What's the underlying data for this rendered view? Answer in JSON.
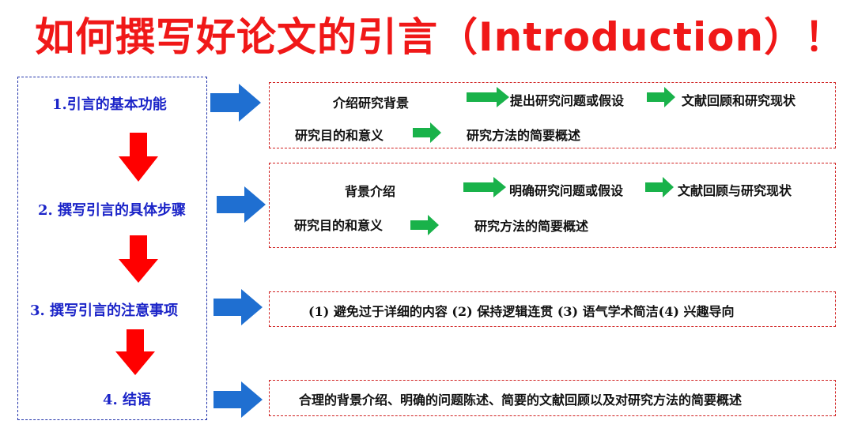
{
  "title": "如何撰写好论文的引言（Introduction）！",
  "colors": {
    "title": "#f01818",
    "step_text": "#1b24c8",
    "step_arrow": "#ff0000",
    "right_arrow": "#1f6fd1",
    "flow_arrow": "#19b24a",
    "box_border": "#d02020"
  },
  "steps": [
    {
      "label": "1.引言的基本功能"
    },
    {
      "label": "2. 撰写引言的具体步骤"
    },
    {
      "label": "3. 撰写引言的注意事项"
    },
    {
      "label": "4. 结语"
    }
  ],
  "box1": {
    "row1": [
      "介绍研究背景",
      "提出研究问题或假设",
      "文献回顾和研究现状"
    ],
    "row2": [
      "研究目的和意义",
      "研究方法的简要概述"
    ]
  },
  "box2": {
    "row1": [
      "背景介绍",
      "明确研究问题或假设",
      "文献回顾与研究现状"
    ],
    "row2": [
      "研究目的和意义",
      "研究方法的简要概述"
    ]
  },
  "box3": {
    "text": "(1) 避免过于详细的内容 (2) 保持逻辑连贯 (3) 语气学术简洁(4) 兴趣导向"
  },
  "box4": {
    "text": "合理的背景介绍、明确的问题陈述、简要的文献回顾以及对研究方法的简要概述"
  }
}
